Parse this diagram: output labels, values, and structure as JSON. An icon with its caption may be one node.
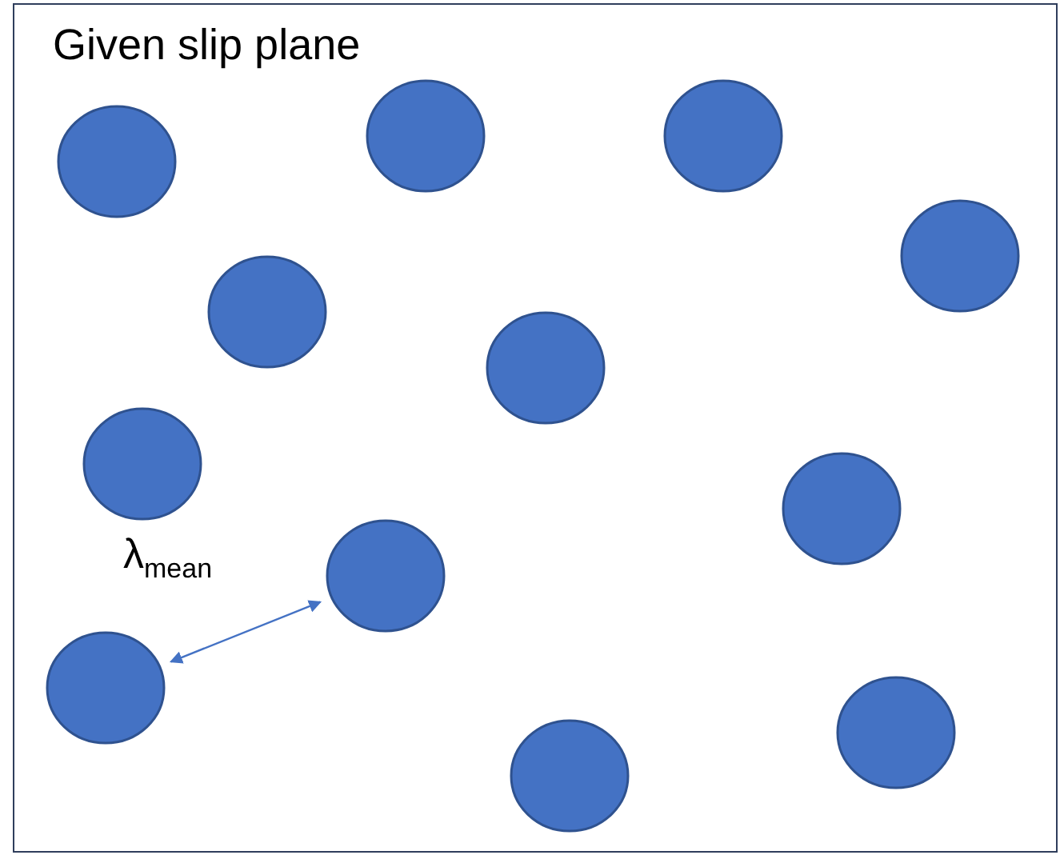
{
  "diagram": {
    "nodes": [
      {
        "text": [
          "Given slip plane"
        ]
      },
      {
        "text": [],
        "shape": "circle",
        "in": 0
      },
      {
        "text": [],
        "shape": "circle",
        "in": 0
      },
      {
        "text": [],
        "shape": "circle",
        "in": 0
      },
      {
        "text": [],
        "shape": "circle",
        "in": 0
      },
      {
        "text": [],
        "shape": "circle",
        "in": 0
      },
      {
        "text": [],
        "shape": "circle",
        "in": 0
      },
      {
        "text": [],
        "shape": "circle",
        "in": 0
      },
      {
        "text": [],
        "shape": "circle",
        "in": 0
      },
      {
        "text": [],
        "shape": "circle",
        "in": 0
      },
      {
        "text": [],
        "shape": "circle",
        "in": 0
      },
      {
        "text": [],
        "shape": "circle",
        "in": 0
      },
      {
        "text": [],
        "shape": "circle",
        "in": 0
      }
    ],
    "edges": [
      {
        "from": 10,
        "to": 9,
        "arrow": "both",
        "label": "λ$_{mean}$"
      }
    ]
  }
}
